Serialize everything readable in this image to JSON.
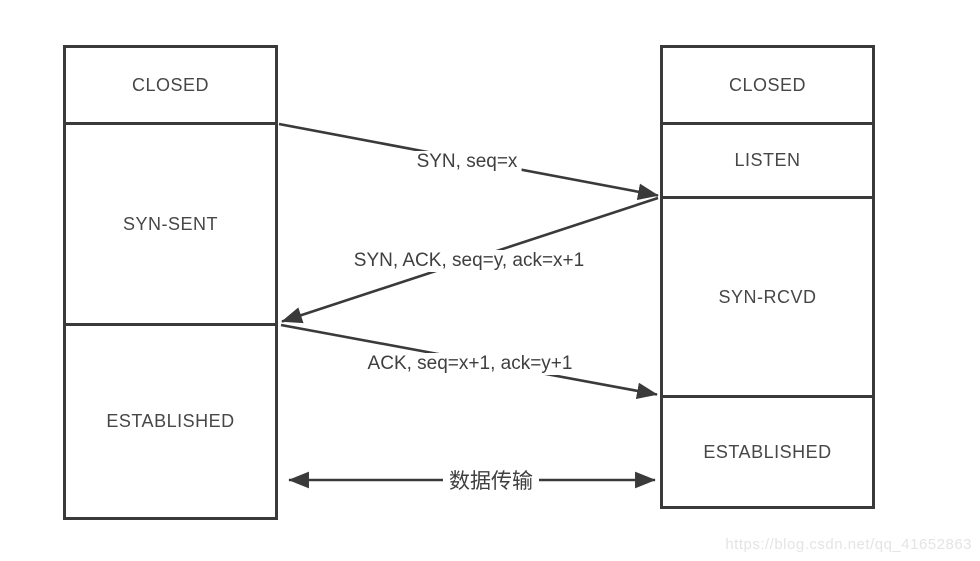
{
  "colors": {
    "line": "#3a3a3a",
    "box_border": "#3a3a3a",
    "state_text": "#474747",
    "message_text": "#3f3f3f",
    "watermark_text": "#e4e4e4",
    "background": "#ffffff"
  },
  "client_column": {
    "states": [
      {
        "label": "CLOSED"
      },
      {
        "label": "SYN-SENT"
      },
      {
        "label": "ESTABLISHED"
      }
    ]
  },
  "server_column": {
    "states": [
      {
        "label": "CLOSED"
      },
      {
        "label": "LISTEN"
      },
      {
        "label": "SYN-RCVD"
      },
      {
        "label": "ESTABLISHED"
      }
    ]
  },
  "messages": [
    {
      "label": "SYN, seq=x",
      "direction": "left-to-right"
    },
    {
      "label": "SYN, ACK, seq=y, ack=x+1",
      "direction": "right-to-left"
    },
    {
      "label": "ACK, seq=x+1, ack=y+1",
      "direction": "left-to-right"
    },
    {
      "label": "数据传输",
      "direction": "bidirectional"
    }
  ],
  "watermark": {
    "text": "https://blog.csdn.net/qq_41652863"
  }
}
